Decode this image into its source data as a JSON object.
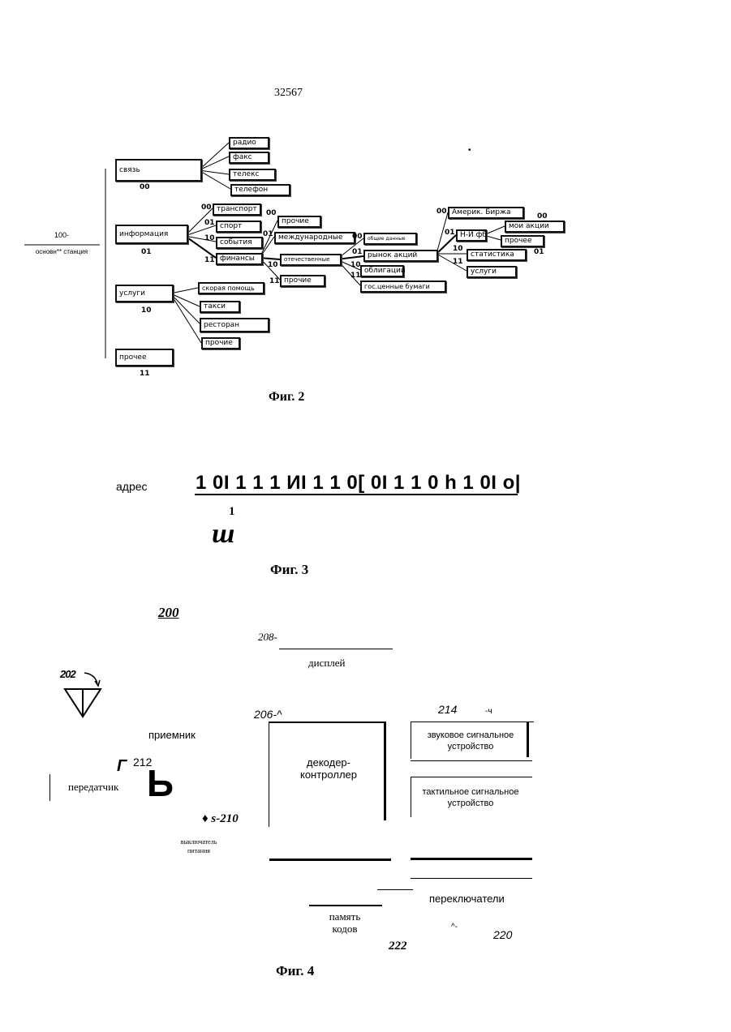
{
  "page_number": "32567",
  "fig2": {
    "caption": "Фиг. 2",
    "root": {
      "code": "100-",
      "label": "основн** станция"
    },
    "dot": "•",
    "categories": [
      {
        "label": "связь",
        "code": "00",
        "items": [
          "радио",
          "факс",
          "телекс",
          "телефон"
        ]
      },
      {
        "label": "информация",
        "code": "01"
      },
      {
        "label": "услуги",
        "code": "10",
        "items": [
          "скорая помощь",
          "такси",
          "ресторан",
          "прочие"
        ]
      },
      {
        "label": "прочее",
        "code": "11"
      }
    ],
    "info_items": [
      {
        "code": "00",
        "label": "транспорт"
      },
      {
        "code": "01",
        "label": "спорт"
      },
      {
        "code": "10",
        "label": "события"
      },
      {
        "code": "11",
        "label": "финансы"
      }
    ],
    "finance_items": [
      {
        "code": "00",
        "label": "прочие"
      },
      {
        "code": "01",
        "label": "международные"
      },
      {
        "code": "10",
        "label": "отечественные"
      },
      {
        "code": "11",
        "label": "прочие"
      }
    ],
    "domestic_items": [
      {
        "code": "00",
        "label": "общие данные"
      },
      {
        "code": "01",
        "label": "рынок акций"
      },
      {
        "code": "10",
        "label": "облигации"
      },
      {
        "code": "11",
        "label": "гос.ценные бумаги"
      }
    ],
    "stock_items": [
      {
        "code": "00",
        "label": "Америк. Биржа"
      },
      {
        "code": "01",
        "label": "Н-Й фб"
      },
      {
        "code": "10",
        "label": "статистика"
      },
      {
        "code": "11",
        "label": "услуги"
      }
    ],
    "nyse_items": [
      {
        "code": "00",
        "label": "мои акции"
      },
      {
        "code": "01",
        "label": "прочее"
      }
    ]
  },
  "fig3": {
    "caption": "Фиг. 3",
    "label": "адрес",
    "bits": "1 0I 1 1 1 ИI 1 1  0[ 0I 1 1 0 h 1 0I о|",
    "marker_number": "1",
    "marker_glyph": "ш"
  },
  "fig4": {
    "caption": "Фиг. 4",
    "ref_200": "200",
    "ref_202": "202",
    "ref_206": "206-^",
    "ref_208": "208-",
    "ref_210": "♦  s-210",
    "ref_212": "212",
    "ref_212_glyph": "Г",
    "ref_214": "214",
    "ref_214_mark": "-ч",
    "ref_220": "220",
    "ref_220_mark": "^-",
    "ref_222": "222",
    "display": "дисплей",
    "receiver": "приемник",
    "transmitter": "передатчик",
    "transmitter_glyph": "Ь",
    "decoder": "декодер-\nконтроллер",
    "audio": "звуковое сигнальное\nустройство",
    "tactile": "тактильное сигнальное\nустройство",
    "power_switch": "выключатель\nпитания",
    "switches": "переключатели",
    "code_memory": "память\nкодов"
  }
}
